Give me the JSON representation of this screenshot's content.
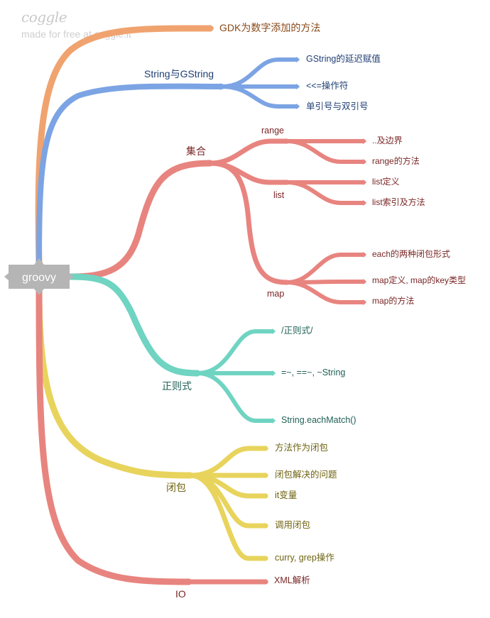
{
  "watermark": {
    "logo": "coggle",
    "tagline": "made for free at coggle.it"
  },
  "root": {
    "label": "groovy"
  },
  "colors": {
    "root_fill": "#b5b5b5",
    "orange": "#f0a36f",
    "blue": "#7ca4e4",
    "red": "#e8847f",
    "teal": "#6fd4c1",
    "yellow": "#e8d45c",
    "io_red": "#e8847f",
    "text_orange": "#8a4a1a",
    "text_blue": "#1f3f73",
    "text_red": "#7a2626",
    "text_teal": "#1f5f55",
    "text_yellow": "#6f6310"
  },
  "branches": {
    "gdk": {
      "label": "GDK为数字添加的方法"
    },
    "string": {
      "label": "String与GString",
      "children": [
        "GString的延迟赋值",
        "<<=操作符",
        "单引号与双引号"
      ]
    },
    "jihe": {
      "label": "集合",
      "range": {
        "label": "range",
        "children": [
          "..及边界",
          "range的方法"
        ]
      },
      "list": {
        "label": "list",
        "children": [
          "list定义",
          "list索引及方法"
        ]
      },
      "map": {
        "label": "map",
        "children": [
          "each的两种闭包形式",
          "map定义, map的key类型",
          "map的方法"
        ]
      }
    },
    "regex": {
      "label": "正则式",
      "children": [
        "/正则式/",
        "=~, ==~, ~String",
        "String.eachMatch()"
      ]
    },
    "closure": {
      "label": "闭包",
      "children": [
        "方法作为闭包",
        "闭包解决的问题",
        "it变量",
        "调用闭包",
        "curry, grep操作"
      ]
    },
    "io": {
      "label": "IO",
      "children": [
        "XML解析"
      ]
    }
  }
}
